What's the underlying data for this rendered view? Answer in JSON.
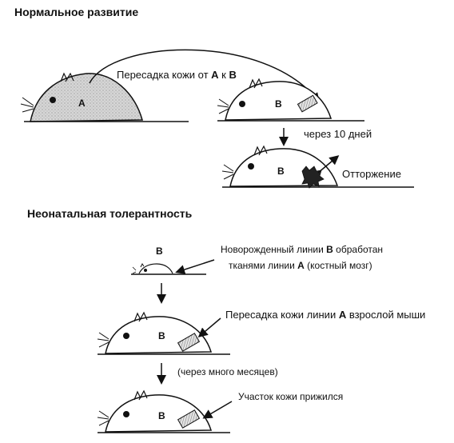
{
  "sections": {
    "normal": {
      "title": "Нормальное развитие"
    },
    "neonatal": {
      "title": "Неонатальная толерантность"
    }
  },
  "mice": {
    "donor_a": "A",
    "recipient_b": "B",
    "rejected_b": "B",
    "newborn_b": "B",
    "adult_b1": "B",
    "adult_b2": "B"
  },
  "labels": {
    "transplant_prefix": "Пересадка кожи от ",
    "transplant_from": "A",
    "transplant_mid": " к ",
    "transplant_to": "B",
    "after_10_days": "через 10 дней",
    "rejection": "Отторжение",
    "newborn_line1_prefix": "Новорожденный линии ",
    "newborn_line1_bold": "B",
    "newborn_line1_suffix": " обработан",
    "newborn_line2_prefix": "тканями линии ",
    "newborn_line2_bold": "A",
    "newborn_line2_suffix": " (костный мозг)",
    "adult_transplant_prefix": "Пересадка кожи линии ",
    "adult_transplant_bold": "A",
    "adult_transplant_suffix": " взрослой мыши",
    "many_months": "(через много месяцев)",
    "graft_accepted": "Участок кожи прижился"
  },
  "colors": {
    "ink": "#111111",
    "donor_fill": "#c8c8c8",
    "graft_fill": "#bdbdbd",
    "background": "#ffffff"
  }
}
